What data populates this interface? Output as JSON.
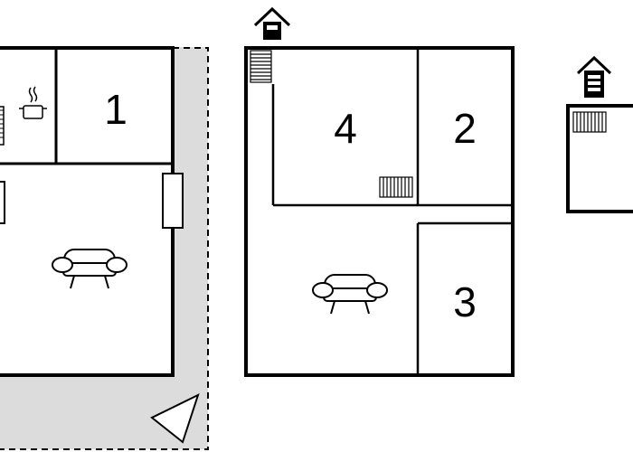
{
  "colors": {
    "wall": "#000000",
    "terrace": "#dcdcdc",
    "background": "#ffffff"
  },
  "rooms": {
    "room_1": "1",
    "room_2": "2",
    "room_3": "3",
    "room_4": "4"
  },
  "icons": {
    "entrance": "house-entrance-icon",
    "kitchen": "cooking-pot-icon",
    "sofa": "sofa-icon",
    "radiator": "radiator-icon",
    "stairs": "staircase-icon",
    "compass": "north-arrow-icon"
  }
}
